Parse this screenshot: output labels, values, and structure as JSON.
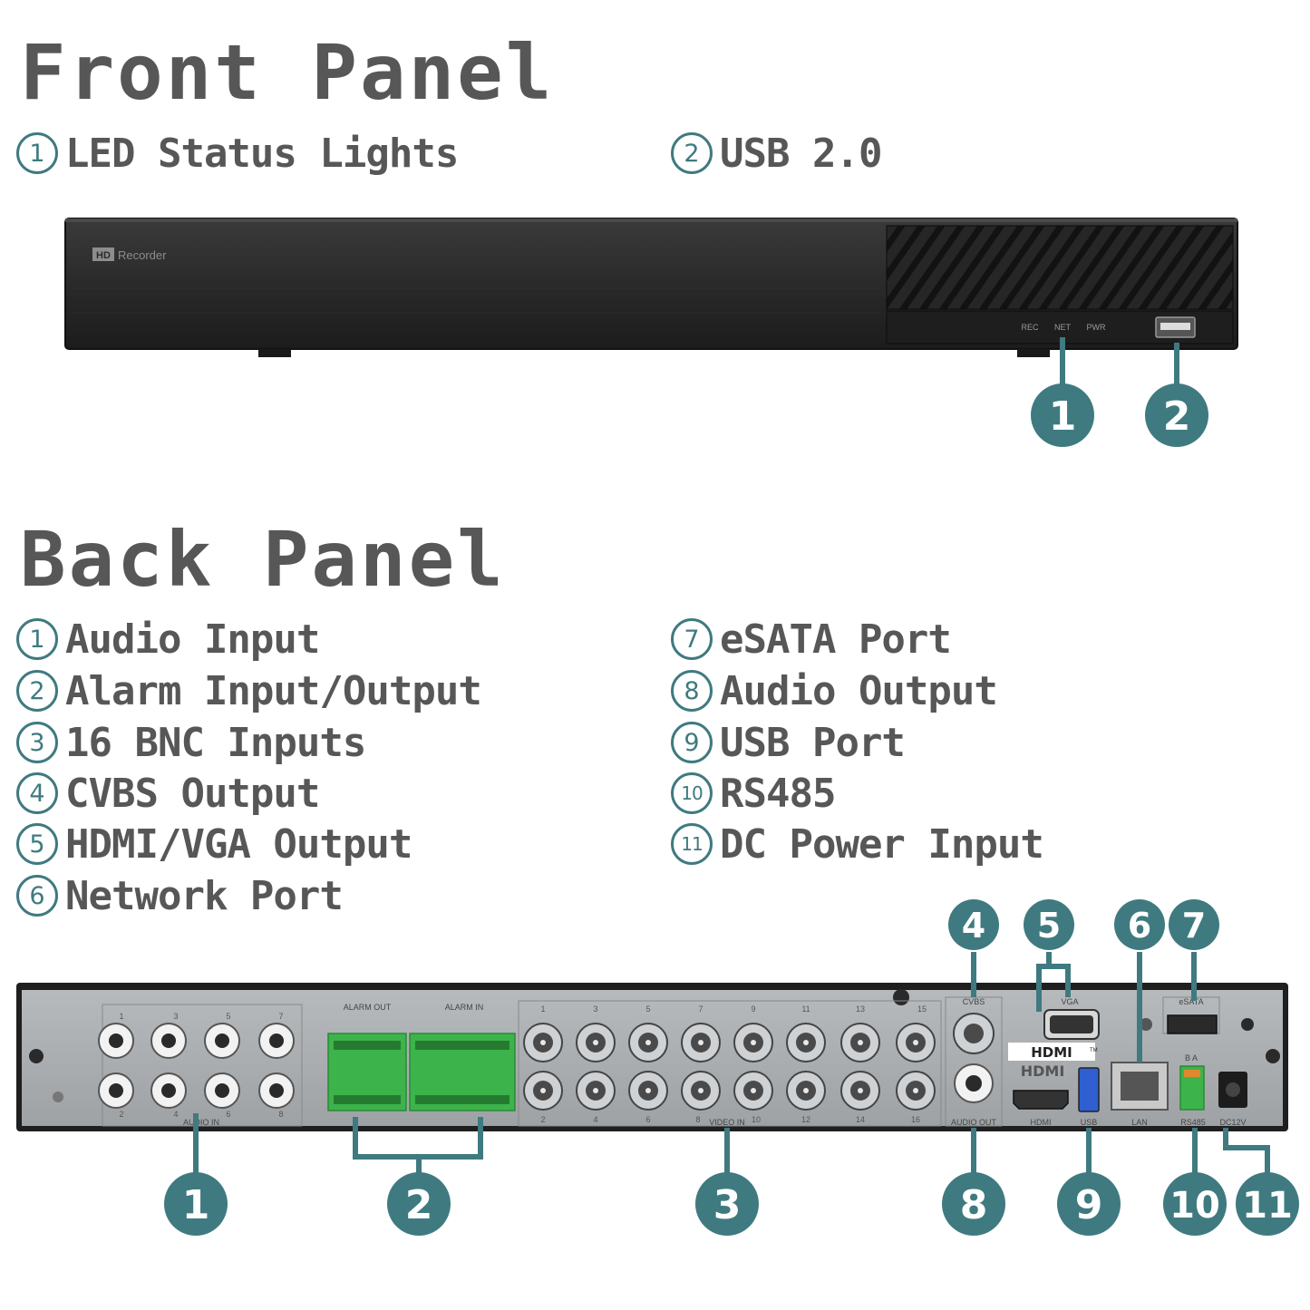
{
  "front": {
    "title": "Front Panel",
    "legend": [
      {
        "num": "1",
        "label": "LED Status Lights"
      },
      {
        "num": "2",
        "label": "USB 2.0"
      }
    ],
    "badge_hd": "HD",
    "badge_text": "Recorder",
    "led_labels": [
      "REC",
      "NET",
      "PWR"
    ],
    "callouts": [
      "1",
      "2"
    ]
  },
  "back": {
    "title": "Back Panel",
    "legend_left": [
      {
        "num": "1",
        "label": "Audio Input"
      },
      {
        "num": "2",
        "label": "Alarm Input/Output"
      },
      {
        "num": "3",
        "label": "16 BNC Inputs"
      },
      {
        "num": "4",
        "label": "CVBS Output"
      },
      {
        "num": "5",
        "label": "HDMI/VGA Output"
      },
      {
        "num": "6",
        "label": "Network Port"
      }
    ],
    "legend_right": [
      {
        "num": "7",
        "label": "eSATA Port"
      },
      {
        "num": "8",
        "label": "Audio Output"
      },
      {
        "num": "9",
        "label": "USB Port"
      },
      {
        "num": "10",
        "label": "RS485"
      },
      {
        "num": "11",
        "label": "DC Power Input"
      }
    ],
    "panel_labels": {
      "audio_in": "AUDIO IN",
      "alarm_out": "ALARM OUT",
      "alarm_in": "ALARM IN",
      "video_in": "VIDEO IN",
      "cvbs": "CVBS",
      "vga": "VGA",
      "esata": "eSATA",
      "audio_out": "AUDIO OUT",
      "hdmi": "HDMI",
      "usb": "USB",
      "lan": "LAN",
      "rs485": "RS485",
      "dc12v": "DC12V",
      "hdmi_logo": "HDMI",
      "tm": "TM",
      "rs485_pins": "B  A"
    },
    "audio_top_nums": [
      "1",
      "3",
      "5",
      "7"
    ],
    "audio_bottom_nums": [
      "2",
      "4",
      "6",
      "8"
    ],
    "video_top_nums": [
      "1",
      "3",
      "5",
      "7",
      "9",
      "11",
      "13",
      "15"
    ],
    "video_bottom_nums": [
      "2",
      "4",
      "6",
      "8",
      "10",
      "12",
      "14",
      "16"
    ],
    "callouts_top": [
      "4",
      "5",
      "6",
      "7"
    ],
    "callouts_bottom": [
      "1",
      "2",
      "3",
      "8",
      "9",
      "10",
      "11"
    ]
  },
  "colors": {
    "accent": "#3f7a80",
    "text": "#575757",
    "device_front": "#2b2b2b",
    "device_back": "#a9adb0",
    "terminal_green": "#3cb44b"
  }
}
